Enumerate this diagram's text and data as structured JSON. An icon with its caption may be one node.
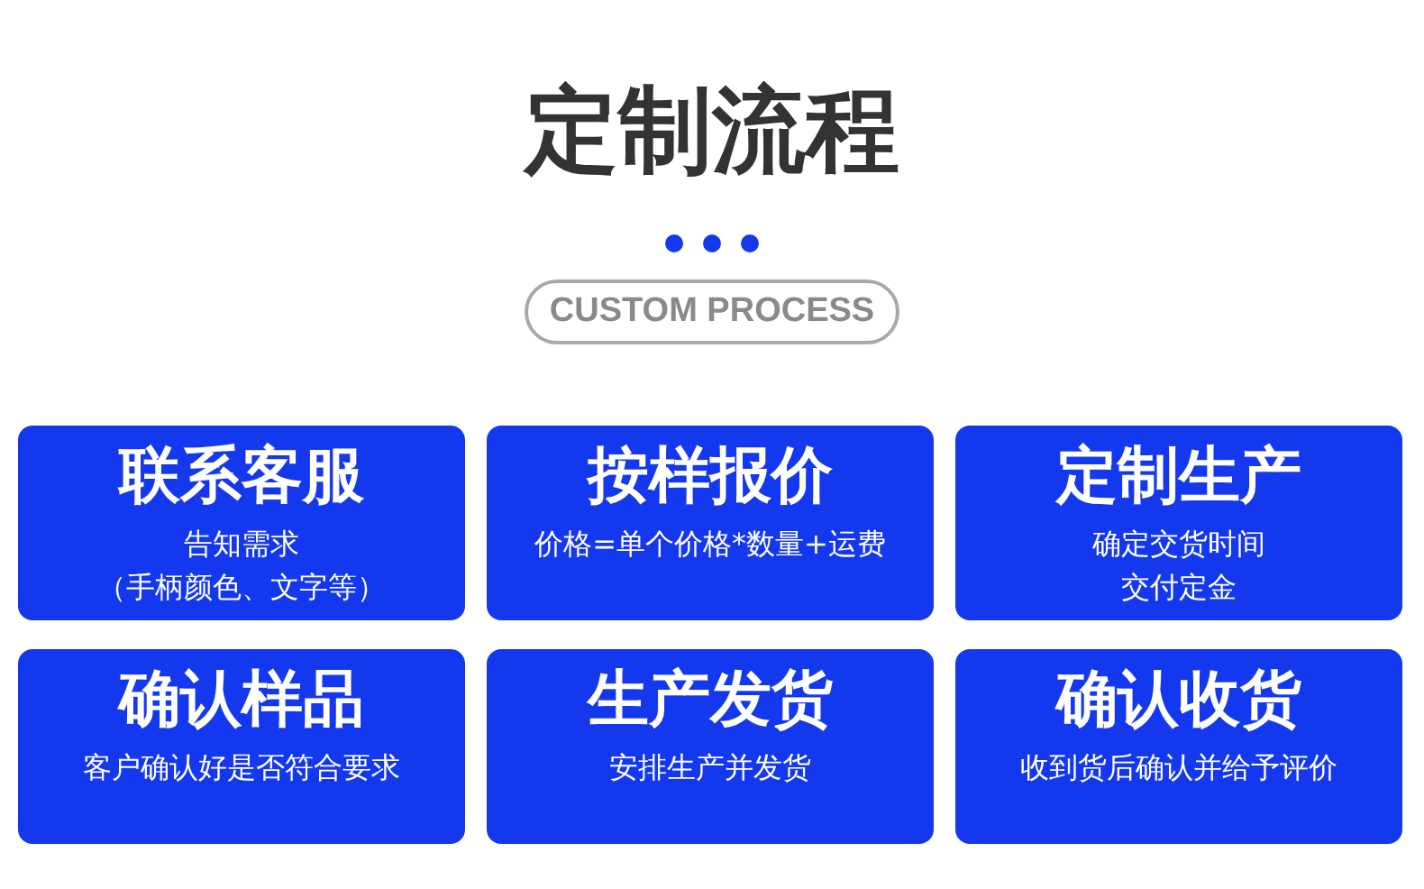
{
  "diagram": {
    "title": "定制流程",
    "nodes": [
      {
        "text": [
          "CUSTOM PROCESS"
        ]
      },
      {
        "text": [
          "联系客服",
          "告知需求",
          "（手柄颜色、文字等）"
        ]
      },
      {
        "text": [
          "按样报价",
          "价格=单个价格*数量+运费"
        ]
      },
      {
        "text": [
          "定制生产",
          "确定交货时间",
          "交付定金"
        ]
      },
      {
        "text": [
          "确认样品",
          "客户确认好是否符合要求"
        ]
      },
      {
        "text": [
          "生产发货",
          "安排生产并发货"
        ]
      },
      {
        "text": [
          "确认收货",
          "收到货后确认并给予评价"
        ]
      }
    ]
  }
}
